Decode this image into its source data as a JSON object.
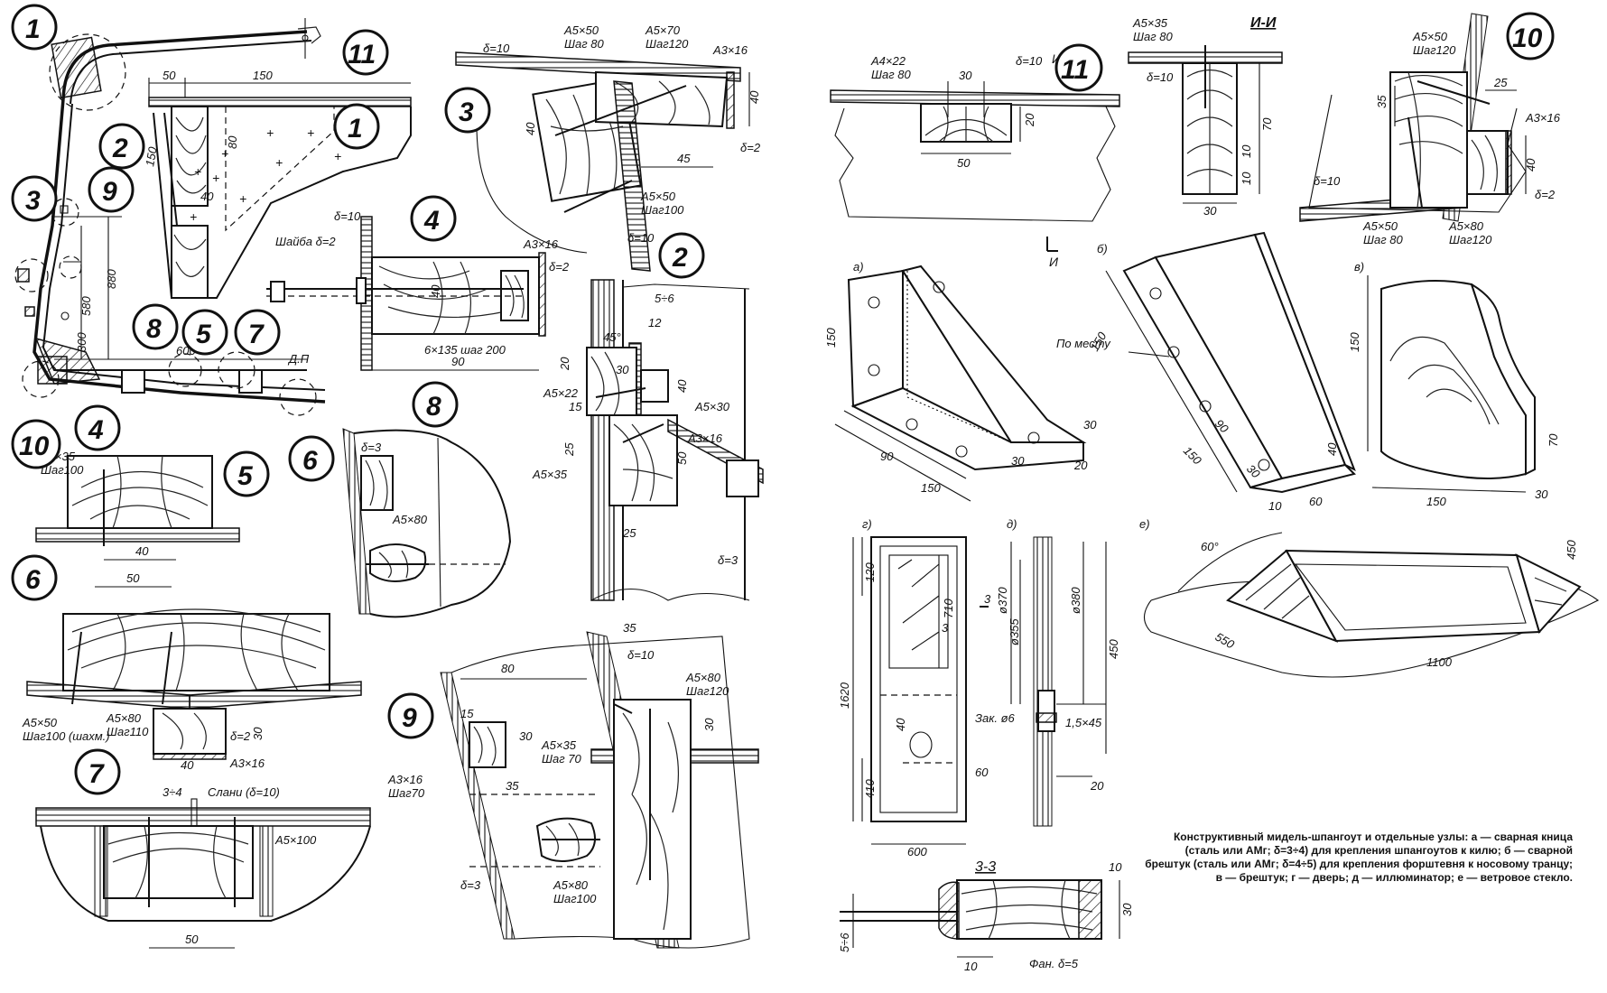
{
  "callouts": {
    "c1": "1",
    "c2": "2",
    "c3": "3",
    "c4": "4",
    "c5": "5",
    "c6": "6",
    "c7": "7",
    "c8": "8",
    "c9": "9",
    "c10": "10",
    "c11": "11"
  },
  "subfig": {
    "a": "а)",
    "b": "б)",
    "v": "в)",
    "g": "г)",
    "d": "д)",
    "e": "е)"
  },
  "section_ii": "И-И",
  "section_33": "3-3",
  "section_marks": {
    "i": "И",
    "z": "3"
  },
  "labels": {
    "dp": "Д.П",
    "po_mestu": "По месту",
    "slani": "Слани (δ=10)",
    "shaiba": "Шайба δ=2",
    "zak6": "Зак. ø6",
    "fan5": "Фан. δ=5"
  },
  "fasteners": {
    "a5x35_100": [
      "А5×35",
      "Шаг100"
    ],
    "a5x50_80": [
      "А5×50",
      "Шаг 80"
    ],
    "a5x70_120": [
      "А5×70",
      "Шаг120"
    ],
    "a3x16": "А3×16",
    "a5x50_100": [
      "А5×50",
      "Шаг100"
    ],
    "a5x22": "А5×22",
    "a5x30": "А5×30",
    "a5x35": "А5×35",
    "a5x80": "А5×80",
    "a5x50_100_shakh": [
      "А5×50",
      "Шаг100 (шахм.)"
    ],
    "a5x80_110": [
      "А5×80",
      "Шаг110"
    ],
    "a5x100": "А5×100",
    "a3x16_70": [
      "А3×16",
      "Шаг70"
    ],
    "a5x35_70": [
      "А5×35",
      "Шаг 70"
    ],
    "a5x80_100": [
      "А5×80",
      "Шаг100"
    ],
    "a5x80_120": [
      "А5×80",
      "Шаг120"
    ],
    "a4x22_80": [
      "А4×22",
      "Шаг 80"
    ],
    "a5x35_80": [
      "А5×35",
      "Шаг 80"
    ],
    "a5x50_120": [
      "А5×50",
      "Шаг120"
    ],
    "bolt6": "6×135 шаг 200"
  },
  "thickness": {
    "d10": "δ=10",
    "d2": "δ=2",
    "d3": "δ=3"
  },
  "dims": {
    "fig1": [
      "50",
      "150",
      "80",
      "40",
      "150",
      "880",
      "580",
      "300",
      "600"
    ],
    "fig3": [
      "40",
      "45",
      "40"
    ],
    "fig4": [
      "90",
      "40"
    ],
    "fig2": [
      "5÷6",
      "12",
      "45°",
      "30",
      "20",
      "15",
      "40",
      "25",
      "50",
      "25"
    ],
    "fig5": [
      "40"
    ],
    "fig6": [
      "50",
      "30",
      "40"
    ],
    "fig7": [
      "3÷4",
      "50"
    ],
    "fig9": [
      "80",
      "15",
      "30",
      "35",
      "35",
      "30"
    ],
    "fig11": [
      "30",
      "20",
      "50"
    ],
    "figII": [
      "70",
      "10",
      "10",
      "30"
    ],
    "fig10": [
      "35",
      "25",
      "40"
    ],
    "figA": [
      "150",
      "90",
      "150",
      "30",
      "20",
      "30"
    ],
    "figB": [
      "150",
      "150",
      "90",
      "30",
      "40",
      "10",
      "60"
    ],
    "figV": [
      "150",
      "70",
      "150",
      "30"
    ],
    "figG": [
      "120",
      "710",
      "1620",
      "410",
      "600",
      "40",
      "60",
      "3"
    ],
    "figD": [
      "ø370",
      "ø355",
      "ø380",
      "450",
      "1,5×45",
      "20"
    ],
    "figE": [
      "60°",
      "550",
      "1100",
      "450"
    ],
    "fig33": [
      "10",
      "30",
      "5÷6",
      "10"
    ]
  },
  "caption": "Конструктивный мидель-шпангоут и отдельные узлы: а — сварная кница (сталь или АМг; δ=3÷4) для крепления шпангоутов к килю; б — сварной брештук (сталь или АМг; δ=4÷5) для крепления форштевня к носовому транцу; в — брештук; г — дверь; д — иллюминатор; е — ветровое стекло."
}
